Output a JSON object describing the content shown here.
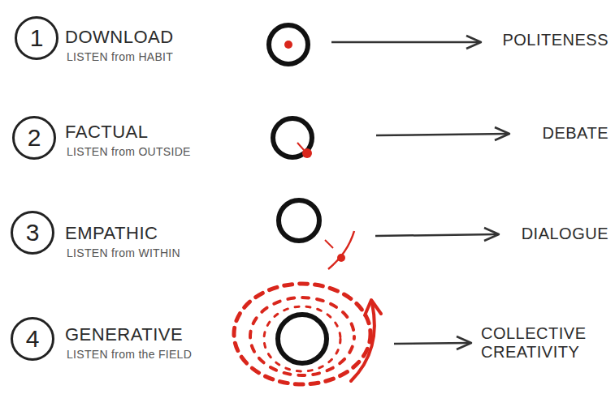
{
  "diagram": {
    "nodes": [
      {
        "text": [
          "1"
        ]
      },
      {
        "text": [
          "2"
        ]
      },
      {
        "text": [
          "3"
        ]
      },
      {
        "text": [
          "4"
        ]
      }
    ],
    "labels": [
      "DOWNLOAD",
      "LISTEN from HABIT",
      "POLITENESS",
      "FACTUAL",
      "LISTEN from OUTSIDE",
      "DEBATE",
      "EMPATHIC",
      "LISTEN from WITHIN",
      "DIALOGUE",
      "GENERATIVE",
      "LISTEN from the FIELD",
      "COLLECTIVE CREATIVITY"
    ]
  }
}
